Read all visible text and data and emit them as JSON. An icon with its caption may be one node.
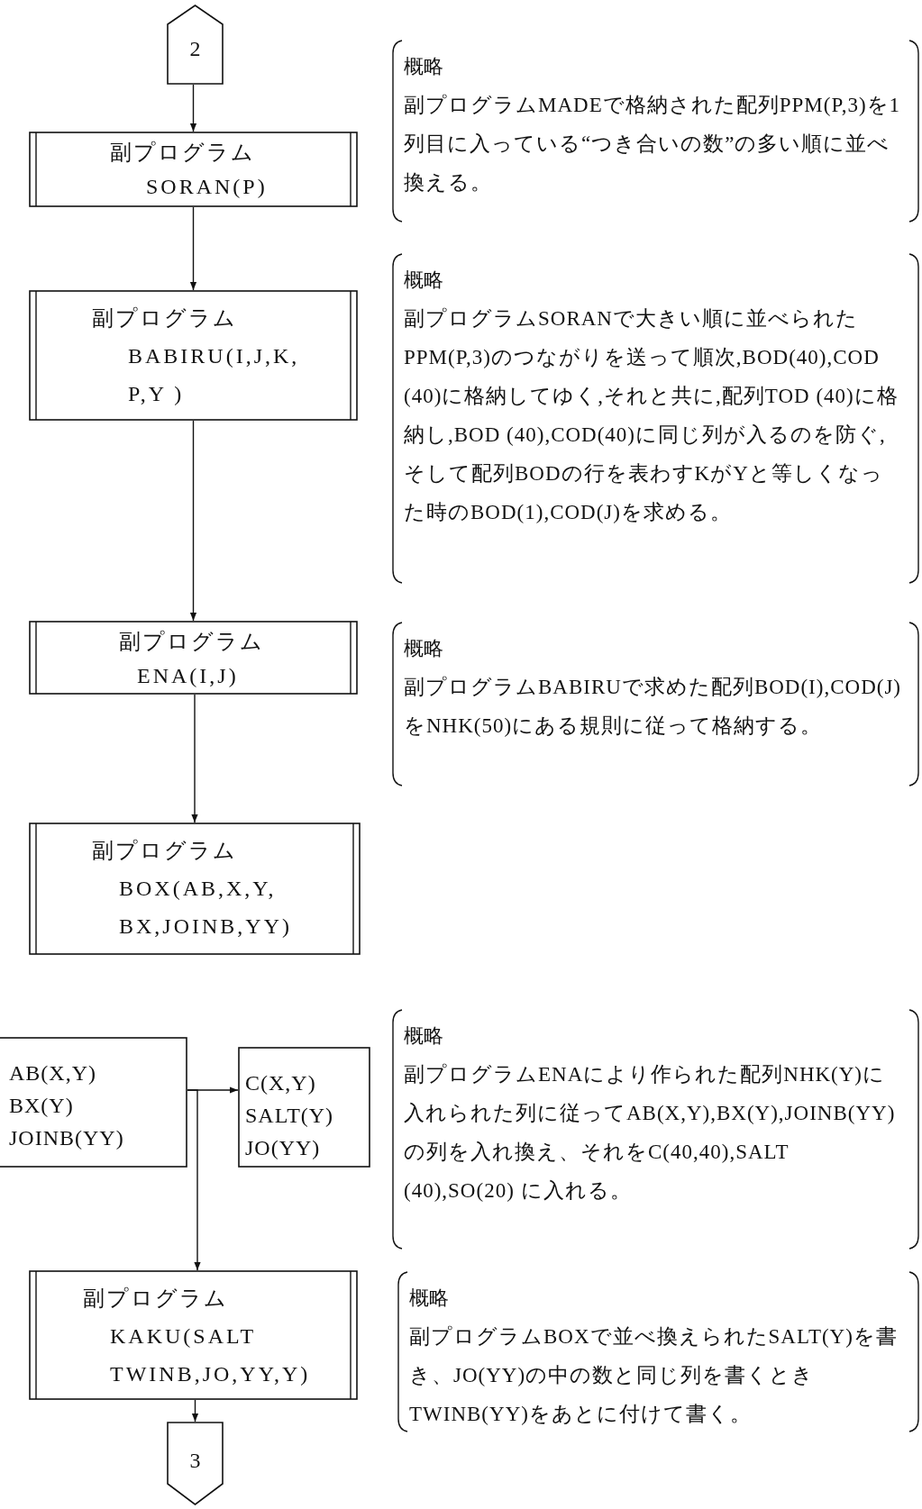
{
  "diagram": {
    "nodes": [
      {
        "text": [
          "2"
        ]
      },
      {
        "text": [
          "副プログラム",
          "SORAN(P)"
        ]
      },
      {
        "text": [
          "概略",
          "副プログラムMADEで格納された配列PPM(P,3)を1列目に入っている“つき合いの数”の多い順に並べ換える。"
        ]
      },
      {
        "text": [
          "副プログラム",
          "BABIRU(I,J,K, P,Y )"
        ]
      },
      {
        "text": [
          "概略",
          "副プログラムSORANで大きい順に並べられたPPM(P,3)のつながりを送って順次,BOD(40),COD (40)に格納してゆく,それと共に,配列TOD (40)に格納し,BOD (40),COD(40)に同じ列が入るのを防ぐ,そして配列BODの行を表わすKがYと等しくなった時のBOD(1),COD(J)を求める。"
        ]
      },
      {
        "text": [
          "副プログラム",
          "ENA(I,J)"
        ]
      },
      {
        "text": [
          "概略",
          "副プログラムBABIRUで求めた配列BOD(I),COD(J)をNHK(50)にある規則に従って格納する。"
        ]
      },
      {
        "text": [
          "副プログラム",
          "BOX(AB,X,Y, BX,JOINB,YY)"
        ]
      },
      {
        "text": [
          "AB(X,Y)",
          "BX(Y)",
          "JOINB(YY)"
        ]
      },
      {
        "text": [
          "C(X,Y)",
          "SALT(Y)",
          "JO(YY)"
        ]
      },
      {
        "text": [
          "概略",
          "副プログラムENAにより作られた配列NHK(Y)に入れられた列に従ってAB(X,Y),BX(Y),JOINB(YY)の列を入れ換え、それをC(40,40),SALT (40),SO(20) に入れる。"
        ]
      },
      {
        "text": [
          "副プログラム",
          "KAKU(SALT TWINB,JO,YY,Y)"
        ]
      },
      {
        "text": [
          "概略",
          "副プログラムBOXで並べ換えられたSALT(Y)を書き、JO(YY)の中の数と同じ列を書くときTWINB(YY)をあとに付けて書く。"
        ]
      },
      {
        "text": [
          "3"
        ]
      }
    ],
    "edges": [
      {
        "from": 0,
        "to": 1,
        "arrow": "to"
      },
      {
        "from": 1,
        "to": 3,
        "arrow": "to"
      },
      {
        "from": 3,
        "to": 5,
        "arrow": "to"
      },
      {
        "from": 5,
        "to": 7,
        "arrow": "to"
      },
      {
        "from": 8,
        "to": 9,
        "arrow": "to"
      },
      {
        "from": 8,
        "to": 11,
        "arrow": "to"
      },
      {
        "from": 11,
        "to": 13,
        "arrow": "to"
      }
    ]
  }
}
